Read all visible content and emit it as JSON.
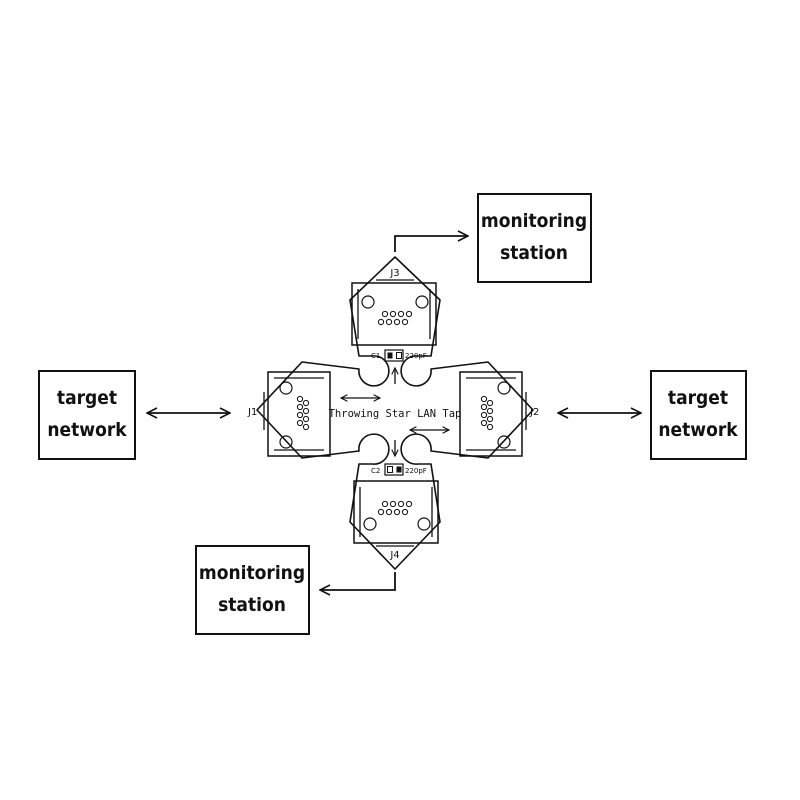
{
  "nodes": {
    "target_left": {
      "line1": "target",
      "line2": "network"
    },
    "target_right": {
      "line1": "target",
      "line2": "network"
    },
    "monitor_top": {
      "line1": "monitoring",
      "line2": "station"
    },
    "monitor_bottom": {
      "line1": "monitoring",
      "line2": "station"
    }
  },
  "board": {
    "title": "Throwing Star LAN Tap",
    "jacks": {
      "j1": "J1",
      "j2": "J2",
      "j3": "J3",
      "j4": "J4"
    },
    "components": {
      "c1": "C1",
      "c1_value": "220pF",
      "c2": "C2",
      "c2_value": "220pF"
    }
  },
  "colors": {
    "stroke": "#111111",
    "background": "#ffffff"
  }
}
